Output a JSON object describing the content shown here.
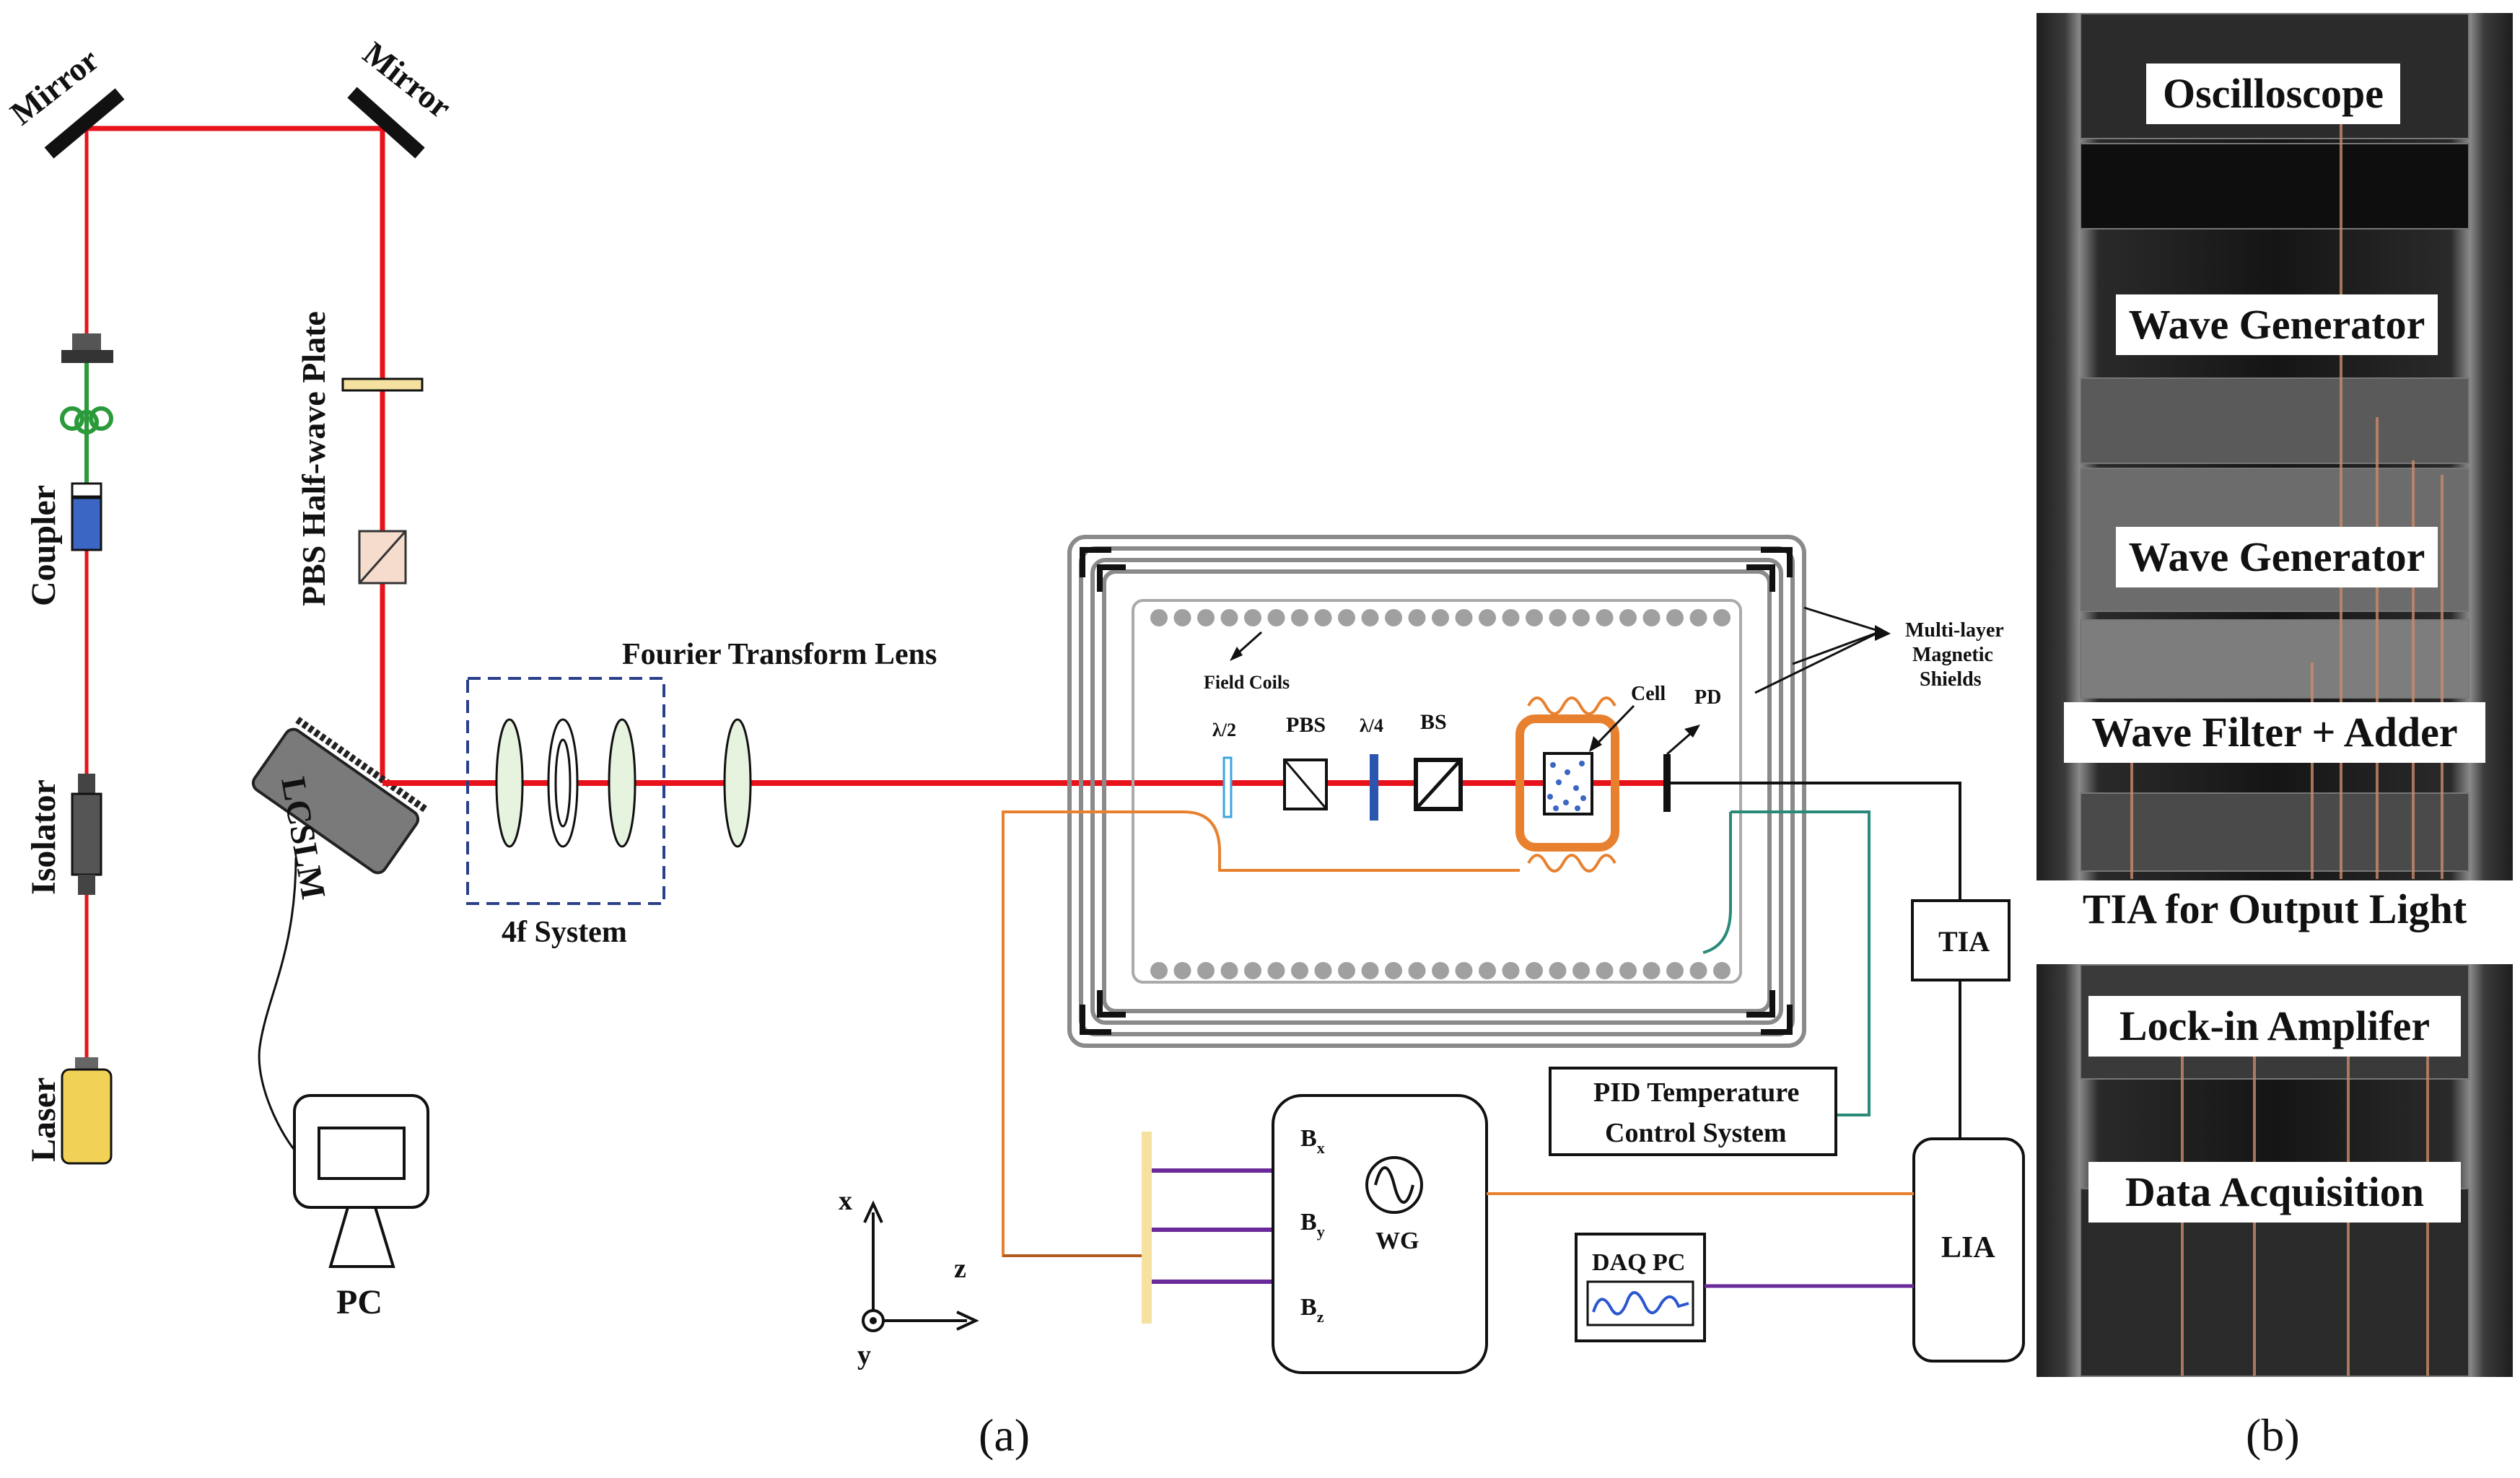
{
  "panel_a": {
    "caption": "(a)",
    "mirror_left": "Mirror",
    "mirror_right": "Mirror",
    "coupler": "Coupler",
    "isolator": "Isolator",
    "laser": "Laser",
    "half_wave_plate": "PBS  Half-wave Plate",
    "lcslm": "LCSLM",
    "pc": "PC",
    "fourier_lens": "Fourier Transform Lens",
    "four_f": "4f System",
    "field_coils": "Field Coils",
    "lambda_half": "λ/2",
    "pbs": "PBS",
    "lambda_quarter": "λ/4",
    "bs": "BS",
    "cell": "Cell",
    "pd": "PD",
    "shields_line1": "Multi-layer",
    "shields_line2": "Magnetic",
    "shields_line3": "Shields",
    "tia": "TIA",
    "pid_line1": "PID Temperature",
    "pid_line2": "Control System",
    "lia": "LIA",
    "daq_pc": "DAQ PC",
    "wg": "WG",
    "bx": "B",
    "bx_sub": "x",
    "by": "B",
    "by_sub": "y",
    "bz": "B",
    "bz_sub": "z",
    "axis_x": "x",
    "axis_y": "y",
    "axis_z": "z"
  },
  "panel_b": {
    "caption": "(b)",
    "labels": [
      "Oscilloscope",
      "Wave Generator",
      "Wave Generator",
      "Wave Filter + Adder",
      "TIA for Output Light",
      "Lock-in Amplifer",
      "Data Acquisition"
    ]
  },
  "colors": {
    "beam": "#e8121a",
    "orange_wire": "#e8812f",
    "purple_wire": "#6a2a9a",
    "teal_wire": "#2a8a7a",
    "shield": "#8a8a8a",
    "laser_body": "#f2d256",
    "coupler_body": "#3b66c4",
    "fiber": "#2b9a3a",
    "four_f_box": "#2a3f8a",
    "lens_fill": "#e6f3de",
    "half_wave_plate": "#f5e2a0",
    "pbs_fill": "#f6dccd",
    "bar_yellow": "#f5e2a0"
  }
}
